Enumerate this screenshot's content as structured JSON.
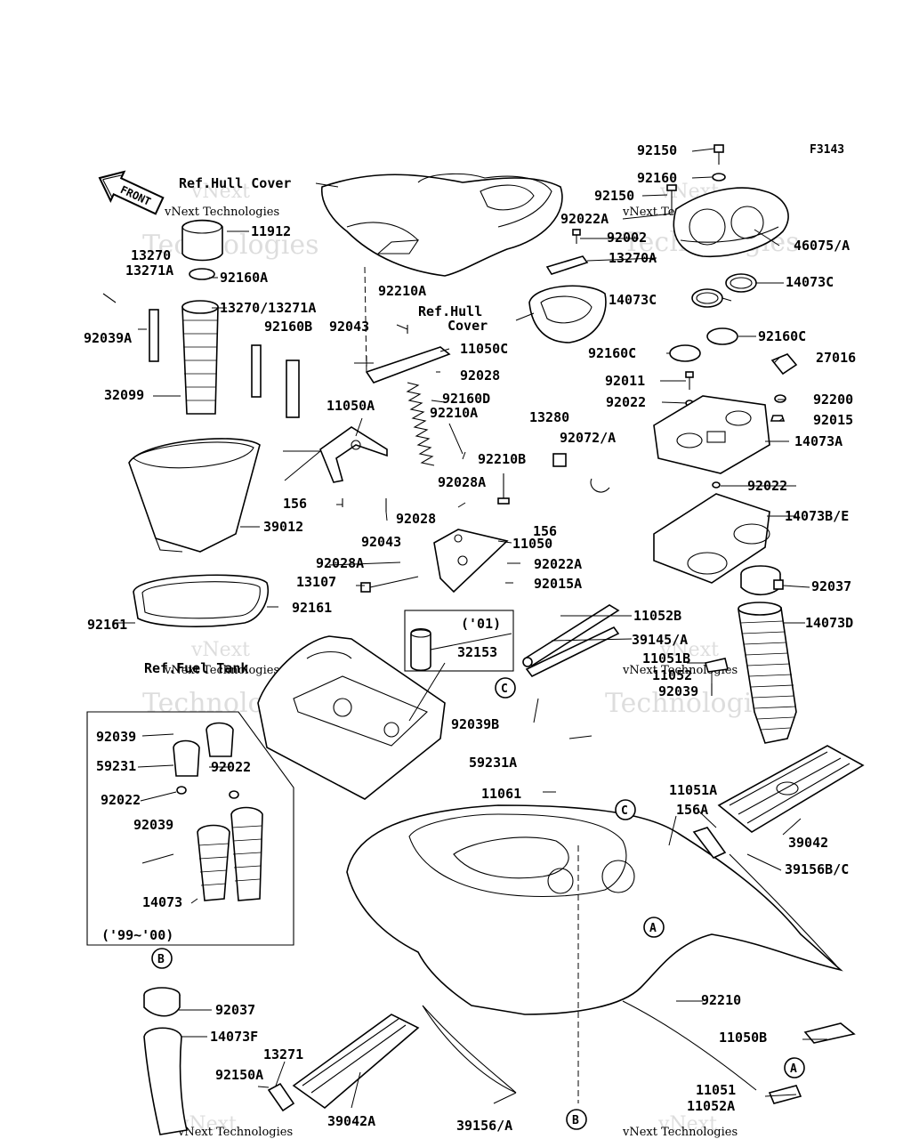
{
  "figure_code": "F3143",
  "front_label": "FRONT",
  "watermark": {
    "brand": "vNext",
    "company": "Technologies",
    "full": "vNext Technologies"
  },
  "parts": {
    "p92150_top": "92150",
    "p92160": "92160",
    "p92150_mid": "92150",
    "p92022A_top": "92022A",
    "p92002": "92002",
    "p13270A": "13270A",
    "p46075A": "46075/A",
    "p14073C_r": "14073C",
    "p14073C_l": "14073C",
    "p92160C_r": "92160C",
    "p92160C_l": "92160C",
    "p27016": "27016",
    "p92011": "92011",
    "p92022_r1": "92022",
    "p92200": "92200",
    "p92015": "92015",
    "p14073A": "14073A",
    "p92022_r2": "92022",
    "p14073BE": "14073B/E",
    "p92037_r": "92037",
    "p14073D": "14073D",
    "p11052B": "11052B",
    "p39145A": "39145/A",
    "p11051B": "11051B",
    "p11052": "11052",
    "p92039": "92039",
    "p11912": "11912",
    "p13270": "13270",
    "p13271A": "13271A",
    "p92160A": "92160A",
    "p13270_13271A": "13270/13271A",
    "p92039A": "92039A",
    "p92160B": "92160B",
    "p92043_top": "92043",
    "p92210A_top": "92210A",
    "p11050C": "11050C",
    "p92028_top": "92028",
    "p92160D": "92160D",
    "p92210A_mid": "92210A",
    "p32099": "32099",
    "p11050A": "11050A",
    "p13280": "13280",
    "p92072A": "92072/A",
    "p92210B": "92210B",
    "p92028A_top": "92028A",
    "p156_l": "156",
    "p92028_mid": "92028",
    "p156_r": "156",
    "p39012": "39012",
    "p92043_mid": "92043",
    "p11050": "11050",
    "p92028A_mid": "92028A",
    "p92022A_mid": "92022A",
    "p13107": "13107",
    "p92015A": "92015A",
    "p92161_r": "92161",
    "p92161_l": "92161",
    "p01": "('01)",
    "p32153": "32153",
    "p92039B": "92039B",
    "p59231A": "59231A",
    "p11061": "11061",
    "p11051A": "11051A",
    "p156A": "156A",
    "p39042": "39042",
    "p39156BC": "39156B/C",
    "p92210": "92210",
    "p92039_box1": "92039",
    "p59231": "59231",
    "p92022_box1": "92022",
    "p92022_box2": "92022",
    "p92039_box2": "92039",
    "p14073_box": "14073",
    "p9900": "('99~'00)",
    "p92037_b": "92037",
    "p14073F": "14073F",
    "p13271": "13271",
    "p92150A": "92150A",
    "p39042A": "39042A",
    "p39156A": "39156/A",
    "p11050B": "11050B",
    "p11051": "11051",
    "p11052A": "11052A"
  },
  "refs": {
    "hull_cover": "Ref.Hull Cover",
    "hull_cover2_l1": "Ref.Hull",
    "hull_cover2_l2": "Cover",
    "fuel_tank": "Ref.Fuel Tank"
  },
  "callouts": {
    "A": "A",
    "B": "B",
    "C": "C"
  }
}
